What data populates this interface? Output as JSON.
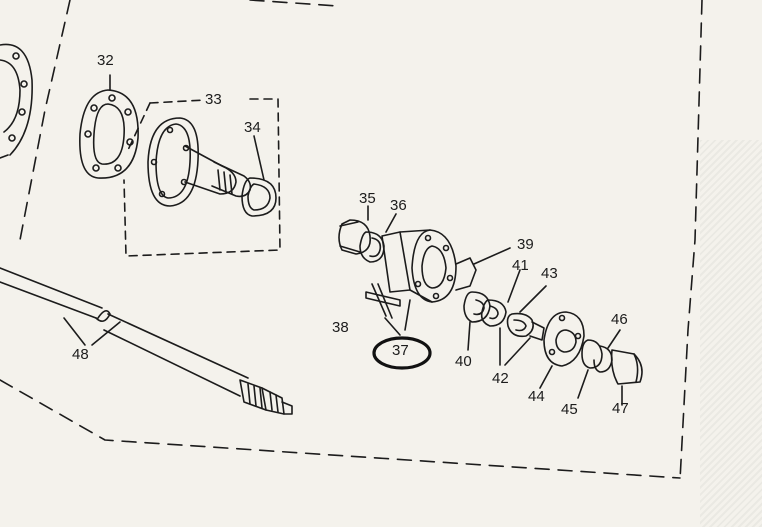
{
  "colors": {
    "paper": "#f4f2ec",
    "ink": "#1c1c1c",
    "circle": "#111111"
  },
  "callouts": {
    "p32": "32",
    "p33": "33",
    "p34": "34",
    "p35": "35",
    "p36": "36",
    "p37": "37",
    "p38": "38",
    "p39": "39",
    "p40": "40",
    "p41": "41",
    "p42": "42",
    "p43": "43",
    "p44": "44",
    "p45": "45",
    "p46": "46",
    "p47": "47",
    "p48": "48"
  },
  "highlighted_part": "37"
}
